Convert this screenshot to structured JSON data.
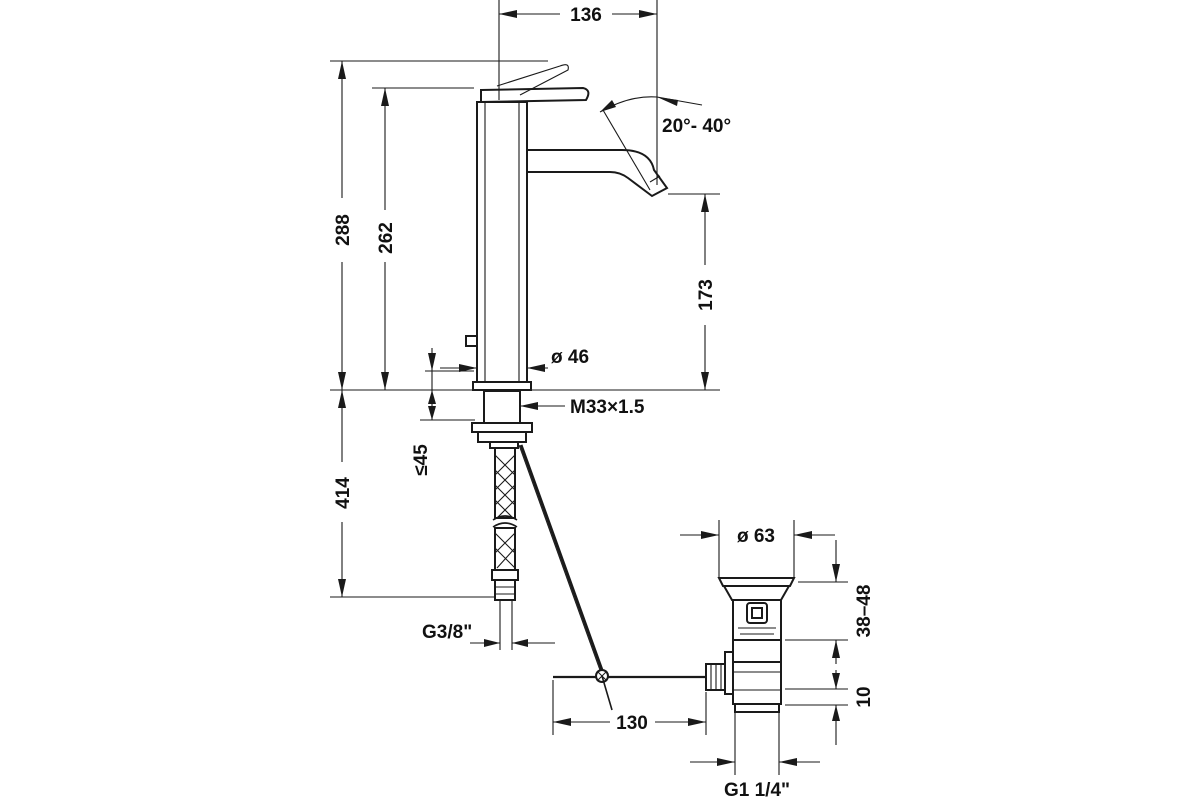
{
  "dimensions": {
    "top_width": "136",
    "angle": "20°- 40°",
    "height_total": "288",
    "height_body": "262",
    "spout_height": "173",
    "body_diameter": "ø 46",
    "thread": "M33×1.5",
    "deck_thickness": "≤45",
    "hose_length": "414",
    "hose_connection": "G3/8\"",
    "waste_diameter": "ø 63",
    "waste_range": "38–48",
    "waste_offset": "10",
    "rod_length": "130",
    "waste_thread": "G1 1/4\""
  }
}
